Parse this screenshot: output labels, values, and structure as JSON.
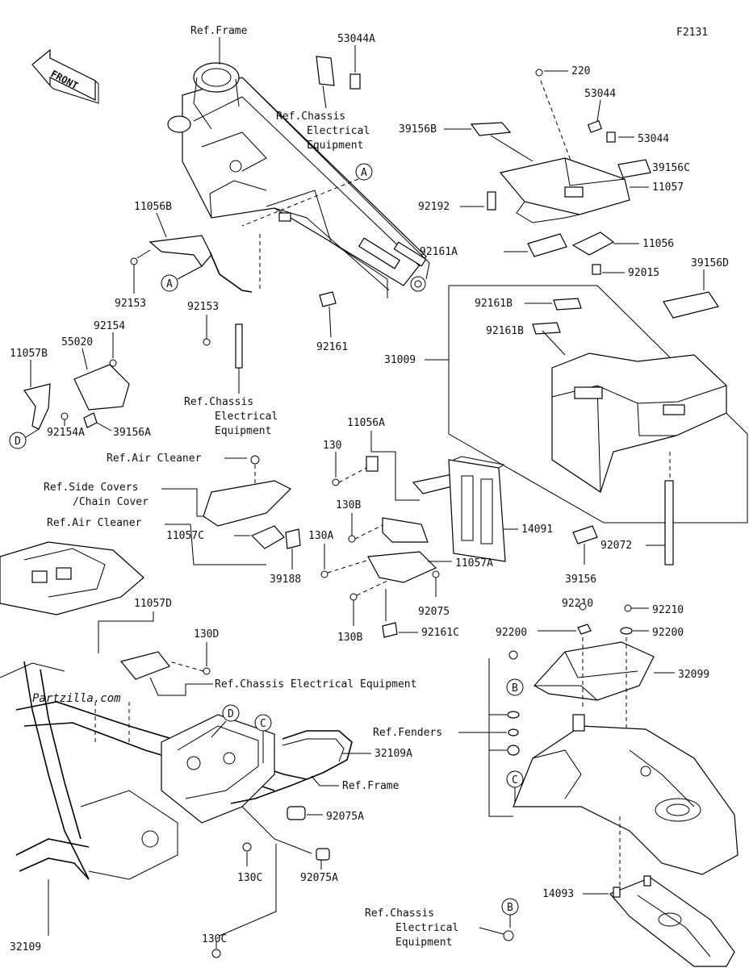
{
  "diagram_code": "F2131",
  "front_label": "FRONT",
  "watermark": "Partzilla.com",
  "refs": {
    "frame_top": "Ref.Frame",
    "chassis_top_1": "Ref.Chassis",
    "chassis_top_2": "Electrical",
    "chassis_top_3": "Equipment",
    "chassis_mid_1": "Ref.Chassis",
    "chassis_mid_2": "Electrical",
    "chassis_mid_3": "Equipment",
    "air_cleaner_1": "Ref.Air Cleaner",
    "side_covers_1": "Ref.Side Covers",
    "side_covers_2": "/Chain Cover",
    "air_cleaner_2": "Ref.Air Cleaner",
    "chassis_lower": "Ref.Chassis Electrical Equipment",
    "frame_lower": "Ref.Frame",
    "fenders": "Ref.Fenders",
    "chassis_bot_1": "Ref.Chassis",
    "chassis_bot_2": "Electrical",
    "chassis_bot_3": "Equipment"
  },
  "circles": {
    "a": "A",
    "b": "B",
    "c": "C",
    "d": "D"
  },
  "parts": {
    "p53044A": "53044A",
    "p220": "220",
    "p53044_1": "53044",
    "p53044_2": "53044",
    "p39156B": "39156B",
    "p39156C": "39156C",
    "p11057": "11057",
    "p92192": "92192",
    "p92161A": "92161A",
    "p11056": "11056",
    "p92015": "92015",
    "p39156D": "39156D",
    "p11056B": "11056B",
    "p92153_1": "92153",
    "p92153_2": "92153",
    "p92161": "92161",
    "p92161B_1": "92161B",
    "p92161B_2": "92161B",
    "p31009": "31009",
    "p92154": "92154",
    "p11057B": "11057B",
    "p55020": "55020",
    "p39156A": "39156A",
    "p92154A": "92154A",
    "p11056A": "11056A",
    "p130": "130",
    "p130B_1": "130B",
    "p130A": "130A",
    "p14091": "14091",
    "p11057A": "11057A",
    "p92075": "92075",
    "p130B_2": "130B",
    "p92161C": "92161C",
    "p11057C": "11057C",
    "p39188": "39188",
    "p39156": "39156",
    "p92072": "92072",
    "p92210_1": "92210",
    "p92210_2": "92210",
    "p92200_1": "92200",
    "p92200_2": "92200",
    "p32099": "32099",
    "p11057D": "11057D",
    "p130D": "130D",
    "p32109A": "32109A",
    "p92075A_1": "92075A",
    "p92075A_2": "92075A",
    "p14093": "14093",
    "p130C_1": "130C",
    "p130C_2": "130C",
    "p32109": "32109"
  }
}
